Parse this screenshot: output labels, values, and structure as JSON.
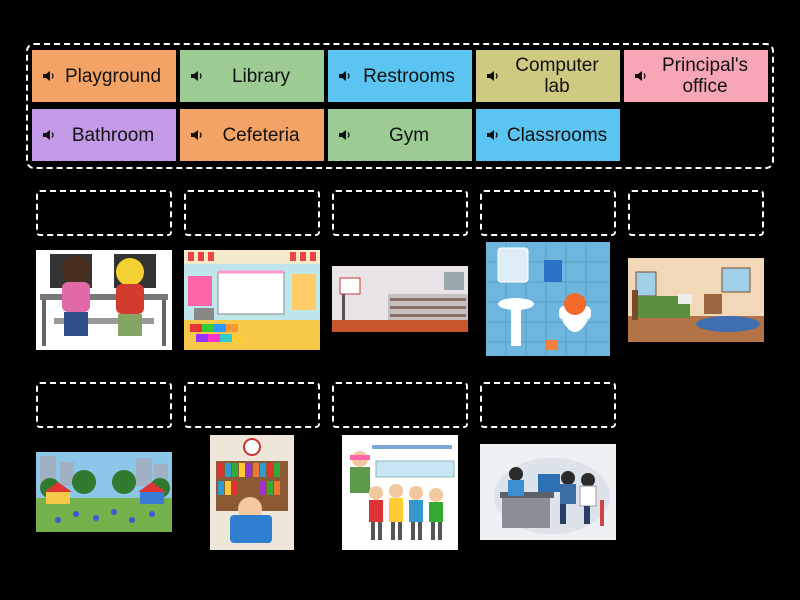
{
  "tiles": [
    {
      "label": "Playground",
      "color": "#f4a366",
      "icon": "speaker-icon"
    },
    {
      "label": "Library",
      "color": "#9ccc94",
      "icon": "speaker-icon"
    },
    {
      "label": "Restrooms",
      "color": "#5bc4f0",
      "icon": "speaker-icon"
    },
    {
      "label": "Computer lab",
      "color": "#cfca82",
      "icon": "speaker-icon"
    },
    {
      "label": "Principal's office",
      "color": "#f7a6b6",
      "icon": "speaker-icon"
    },
    {
      "label": "Bathroom",
      "color": "#c39ae8",
      "icon": "speaker-icon"
    },
    {
      "label": "Cefeteria",
      "color": "#f4a366",
      "icon": "speaker-icon"
    },
    {
      "label": "Gym",
      "color": "#9ccc94",
      "icon": "speaker-icon"
    },
    {
      "label": "Classrooms",
      "color": "#5bc4f0",
      "icon": "speaker-icon"
    }
  ],
  "images": [
    {
      "depicts": "computer-lab-image"
    },
    {
      "depicts": "classroom-image"
    },
    {
      "depicts": "gym-image"
    },
    {
      "depicts": "bathroom-image"
    },
    {
      "depicts": "bedroom-image"
    },
    {
      "depicts": "playground-image"
    },
    {
      "depicts": "library-image"
    },
    {
      "depicts": "cafeteria-image"
    },
    {
      "depicts": "office-image"
    }
  ]
}
